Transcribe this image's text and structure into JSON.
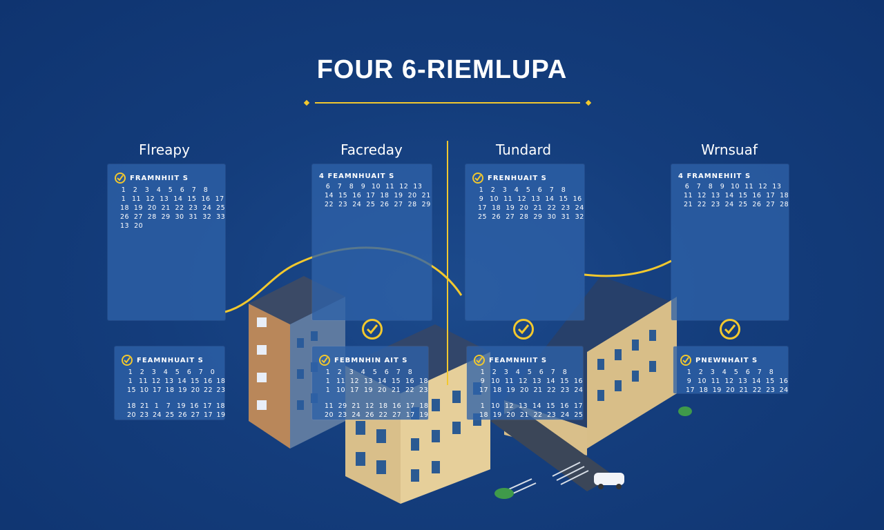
{
  "title": "FOUR 6-RIEMLUPA",
  "accent_color": "#f2c82e",
  "background_color": "#143d7c",
  "columns": [
    {
      "label": "Flreapy",
      "top_panel": {
        "header": "FRAMNHIIT S",
        "rows": [
          [
            "1",
            "2",
            "3",
            "4",
            "5",
            "6",
            "7",
            "8"
          ],
          [
            "1",
            "11",
            "12",
            "13",
            "14",
            "15",
            "16",
            "17"
          ],
          [
            "18",
            "19",
            "20",
            "21",
            "22",
            "23",
            "24",
            "25"
          ],
          [
            "26",
            "27",
            "28",
            "29",
            "30",
            "31",
            "32",
            "33"
          ],
          [
            "13",
            "20"
          ]
        ]
      },
      "bottom_panel": {
        "header": "FEAMNHUAIT S",
        "rows": [
          [
            "1",
            "2",
            "3",
            "4",
            "5",
            "6",
            "7",
            "0"
          ],
          [
            "1",
            "11",
            "12",
            "13",
            "14",
            "15",
            "16",
            "18"
          ],
          [
            "15",
            "10",
            "17",
            "18",
            "19",
            "20",
            "22",
            "23"
          ],
          [],
          [
            "18",
            "21",
            "1",
            "7",
            "19",
            "16",
            "17",
            "18"
          ],
          [
            "20",
            "23",
            "24",
            "25",
            "26",
            "27",
            "17",
            "19"
          ]
        ]
      }
    },
    {
      "label": "Facreday",
      "top_panel": {
        "header": "4 FEAMNHUAIT S",
        "rows": [
          [
            "6",
            "7",
            "8",
            "9",
            "10",
            "11",
            "12",
            "13"
          ],
          [
            "14",
            "15",
            "16",
            "17",
            "18",
            "19",
            "20",
            "21"
          ],
          [
            "22",
            "23",
            "24",
            "25",
            "26",
            "27",
            "28",
            "29"
          ]
        ]
      },
      "bottom_panel": {
        "header": "FEBMNHIN AIT S",
        "rows": [
          [
            "1",
            "2",
            "3",
            "4",
            "5",
            "6",
            "7",
            "8"
          ],
          [
            "1",
            "11",
            "12",
            "13",
            "14",
            "15",
            "16",
            "18"
          ],
          [
            "1",
            "10",
            "17",
            "19",
            "20",
            "21",
            "22",
            "23"
          ],
          [],
          [
            "11",
            "29",
            "21",
            "12",
            "18",
            "16",
            "17",
            "18"
          ],
          [
            "20",
            "23",
            "24",
            "26",
            "22",
            "27",
            "17",
            "19"
          ]
        ]
      }
    },
    {
      "label": "Tundard",
      "top_panel": {
        "header": "FRENHUAIT S",
        "rows": [
          [
            "1",
            "2",
            "3",
            "4",
            "5",
            "6",
            "7",
            "8"
          ],
          [
            "9",
            "10",
            "11",
            "12",
            "13",
            "14",
            "15",
            "16"
          ],
          [
            "17",
            "18",
            "19",
            "20",
            "21",
            "22",
            "23",
            "24"
          ],
          [
            "25",
            "26",
            "27",
            "28",
            "29",
            "30",
            "31",
            "32"
          ]
        ]
      },
      "bottom_panel": {
        "header": "FEAMNHIIT S",
        "rows": [
          [
            "1",
            "2",
            "3",
            "4",
            "5",
            "6",
            "7",
            "8"
          ],
          [
            "9",
            "10",
            "11",
            "12",
            "13",
            "14",
            "15",
            "16"
          ],
          [
            "17",
            "18",
            "19",
            "20",
            "21",
            "22",
            "23",
            "24"
          ],
          [],
          [
            "1",
            "10",
            "12",
            "13",
            "14",
            "15",
            "16",
            "17"
          ],
          [
            "18",
            "19",
            "20",
            "21",
            "22",
            "23",
            "24",
            "25"
          ]
        ]
      }
    },
    {
      "label": "Wrnsuaf",
      "top_panel": {
        "header": "4 FRAMNEHIIT S",
        "rows": [
          [
            "6",
            "7",
            "8",
            "9",
            "10",
            "11",
            "12",
            "13"
          ],
          [
            "11",
            "12",
            "13",
            "14",
            "15",
            "16",
            "17",
            "18"
          ],
          [
            "21",
            "22",
            "23",
            "24",
            "25",
            "26",
            "27",
            "28"
          ]
        ]
      },
      "bottom_panel": {
        "header": "PNEWNHAIT S",
        "rows": [
          [
            "1",
            "2",
            "3",
            "4",
            "5",
            "6",
            "7",
            "8"
          ],
          [
            "9",
            "10",
            "11",
            "12",
            "13",
            "14",
            "15",
            "16"
          ],
          [
            "17",
            "18",
            "19",
            "20",
            "21",
            "22",
            "23",
            "24"
          ]
        ]
      }
    }
  ]
}
